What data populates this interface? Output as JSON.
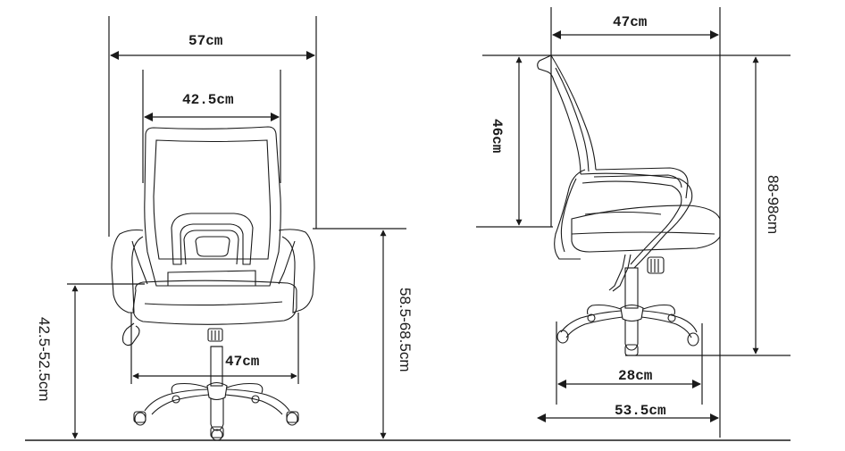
{
  "diagram": {
    "subject": "Office chair dimensions",
    "line_color": "#1a1a1a",
    "background": "#ffffff",
    "front_view": {
      "overall_width": "57cm",
      "backrest_width": "42.5cm",
      "base_width": "47cm",
      "seat_height": "42.5-52.5cm",
      "armrest_height": "58.5-68.5cm"
    },
    "side_view": {
      "overall_depth": "47cm",
      "backrest_height": "46cm",
      "overall_height": "88-98cm",
      "seat_to_base": "28cm",
      "base_depth": "53.5cm"
    }
  }
}
